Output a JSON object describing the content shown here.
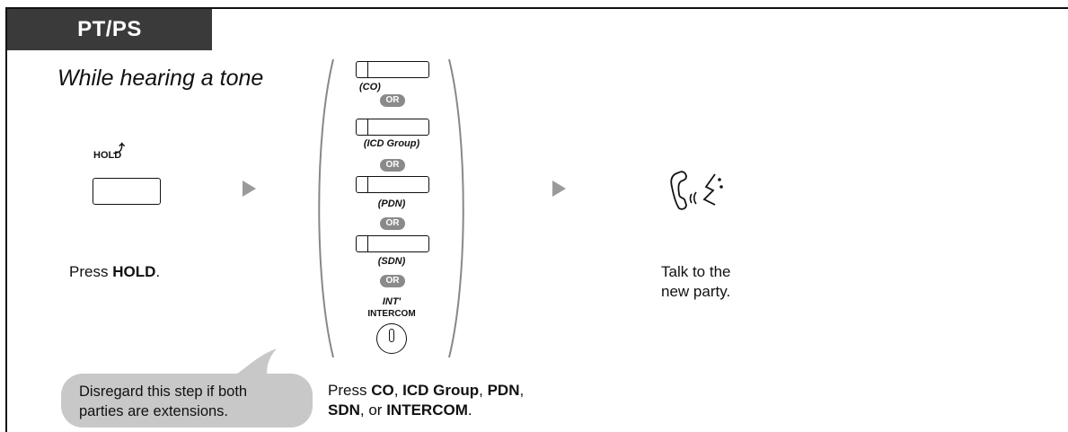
{
  "header": {
    "tab_label": "PT/PS"
  },
  "step1": {
    "condition": "While hearing a tone",
    "button_label": "HOLD",
    "caption_prefix": "Press ",
    "caption_bold": "HOLD",
    "caption_suffix": "."
  },
  "step2": {
    "options": [
      {
        "key_label": "(CO)"
      },
      {
        "key_label": "(ICD Group)"
      },
      {
        "key_label": "(PDN)"
      },
      {
        "key_label": "(SDN)"
      }
    ],
    "or_label": "OR",
    "intercom_top": "INT'",
    "intercom_bottom": "INTERCOM",
    "caption": {
      "p1": "Press ",
      "b1": "CO",
      "p2": ", ",
      "b2": "ICD Group",
      "p3": ", ",
      "b3": "PDN",
      "p4": ",",
      "b4": "SDN",
      "p5": ", or ",
      "b5": "INTERCOM",
      "p6": "."
    }
  },
  "step3": {
    "caption_line1": "Talk to the",
    "caption_line2": "new party."
  },
  "note": {
    "line1": "Disregard this step if both",
    "line2": "parties are extensions."
  }
}
